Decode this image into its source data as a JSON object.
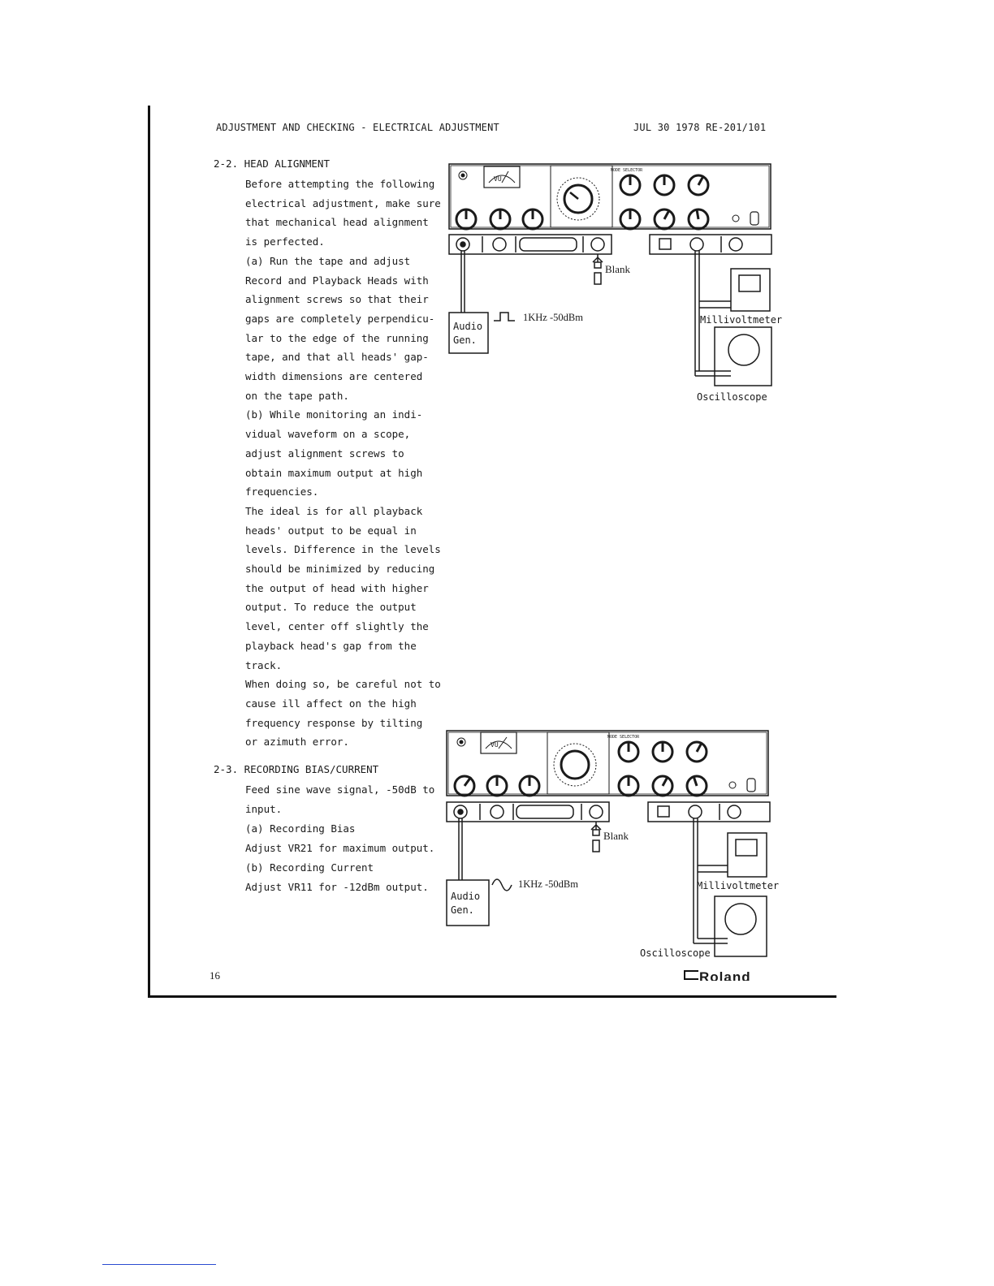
{
  "header": {
    "left": "ADJUSTMENT AND CHECKING - ELECTRICAL ADJUSTMENT",
    "right": "JUL 30 1978 RE-201/101"
  },
  "section_22": {
    "title": "2-2. HEAD ALIGNMENT",
    "lines": [
      "Before attempting the following",
      "electrical adjustment, make sure",
      "that mechanical head alignment",
      "is perfected.",
      "(a) Run the tape and adjust",
      "Record and Playback Heads with",
      "alignment screws so that their",
      "gaps are completely perpendicu-",
      "lar to the edge of the running",
      "tape, and that all heads' gap-",
      "width dimensions are centered",
      "on the tape path.",
      "(b) While monitoring an indi-",
      "vidual waveform on a scope,",
      "adjust alignment screws to",
      "obtain maximum output at high",
      "frequencies.",
      "The ideal is for all playback",
      "heads' output to be equal in",
      "levels. Difference in the levels",
      "should be minimized by reducing",
      "the output of head with higher",
      "output. To reduce the output",
      "level, center off slightly the",
      "playback head's gap from the",
      "track.",
      "When doing so, be careful not to",
      "cause ill affect on the high",
      "frequency response by tilting",
      "or azimuth error."
    ]
  },
  "section_23": {
    "title": "2-3. RECORDING BIAS/CURRENT",
    "lines": [
      "Feed sine wave signal, -50dB to",
      "input.",
      "(a) Recording Bias",
      "Adjust VR21 for maximum output.",
      "(b) Recording Current",
      "Adjust VR11 for -12dBm output."
    ]
  },
  "diagram_top": {
    "audio_gen_line1": "Audio",
    "audio_gen_line2": "Gen.",
    "signal_label": "1KHz -50dBm",
    "blank_label": "Blank",
    "millivoltmeter_label": "Millivoltmeter",
    "oscilloscope_label": "Oscilloscope",
    "vu_label": "VU",
    "mode_selector_label": "MODE SELECTOR",
    "waveform_icon": "square-wave-icon"
  },
  "diagram_bottom": {
    "audio_gen_line1": "Audio",
    "audio_gen_line2": "Gen.",
    "signal_label": "1KHz -50dBm",
    "blank_label": "Blank",
    "millivoltmeter_label": "Millivoltmeter",
    "oscilloscope_label": "Oscilloscope",
    "vu_label": "VU",
    "mode_selector_label": "MODE SELECTOR",
    "waveform_icon": "sine-wave-icon"
  },
  "footer": {
    "page_number": "16",
    "brand": "Roland"
  }
}
